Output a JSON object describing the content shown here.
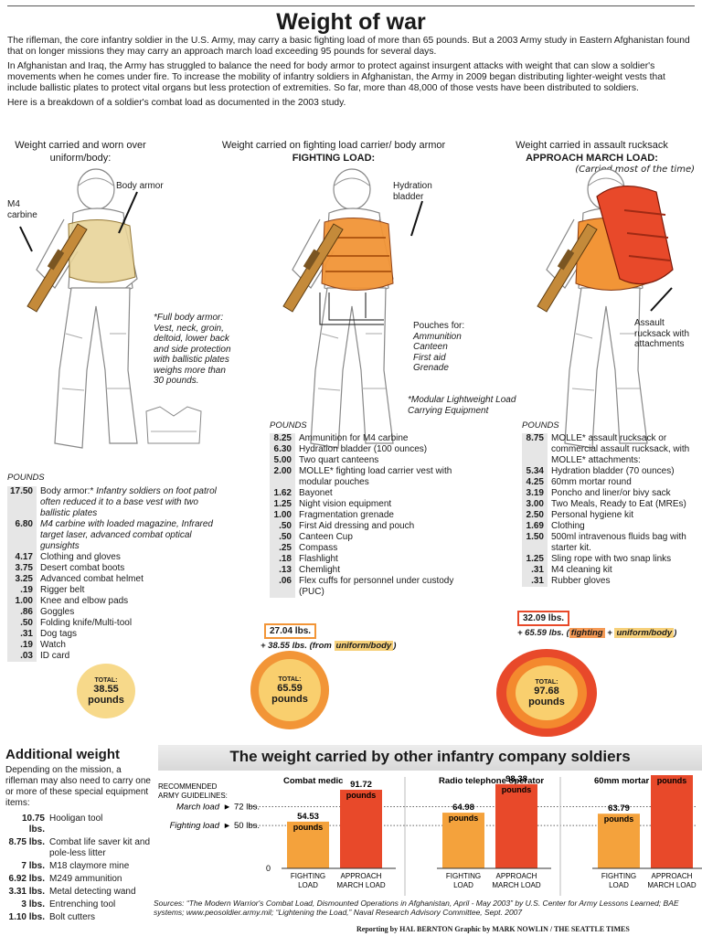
{
  "title": "Weight of war",
  "intro": {
    "p1": "The rifleman, the core infantry soldier in the U.S. Army, may carry a basic fighting load of more than 65 pounds. But a 2003 Army study in Eastern Afghanistan found that on longer missions they may carry an approach march load exceeding 95 pounds for several days.",
    "p2": "In Afghanistan and Iraq, the Army has struggled to balance the need for body armor to protect against insurgent attacks with weight that can slow a soldier's movements when he comes under fire. To increase the mobility of infantry soldiers in Afghanistan, the Army in 2009 began distributing lighter-weight vests that include ballistic plates to protect vital organs but less protection of extremities. So far, more than 48,000 of those vests have been distributed to soldiers.",
    "p3": "Here is a breakdown of a soldier's combat load as documented in the 2003 study."
  },
  "columns": {
    "col1": {
      "head": "Weight carried and worn over uniform/body:"
    },
    "col2": {
      "head": "Weight carried on fighting load carrier/ body armor",
      "head_bold": "FIGHTING LOAD:"
    },
    "col3": {
      "head": "Weight carried in assault rucksack",
      "head_bold": "APPROACH MARCH LOAD:",
      "sub": "(Carried most of the time)"
    }
  },
  "callouts": {
    "m4": "M4 carbine",
    "body_armor": "Body armor",
    "full_armor_note": "*Full body armor: Vest, neck, groin, deltoid, lower back and side protection with ballistic plates weighs more than 30 pounds.",
    "hydration": "Hydration bladder",
    "pouches_head": "Pouches for:",
    "pouches_items": "Ammunition\nCanteen\nFirst aid\nGrenade",
    "molle_note": "*Modular Lightweight Load Carrying Equipment",
    "rucksack": "Assault rucksack with attachments"
  },
  "pounds_label": "POUNDS",
  "list1": [
    {
      "v": "17.50",
      "t": "Body armor:* ",
      "ti": "Infantry soldiers on foot patrol often reduced it to a base vest with two ballistic plates"
    },
    {
      "v": "6.80",
      "t": "",
      "ti": "M4 carbine with loaded magazine, Infrared target laser, advanced combat optical gunsights"
    },
    {
      "v": "4.17",
      "t": "Clothing and gloves",
      "ti": ""
    },
    {
      "v": "3.75",
      "t": "Desert combat boots",
      "ti": ""
    },
    {
      "v": "3.25",
      "t": "Advanced combat helmet",
      "ti": ""
    },
    {
      "v": ".19",
      "t": "Rigger belt",
      "ti": ""
    },
    {
      "v": "1.00",
      "t": "Knee and elbow pads",
      "ti": ""
    },
    {
      "v": ".86",
      "t": "Goggles",
      "ti": ""
    },
    {
      "v": ".50",
      "t": "Folding knife/Multi-tool",
      "ti": ""
    },
    {
      "v": ".31",
      "t": "Dog tags",
      "ti": ""
    },
    {
      "v": ".19",
      "t": "Watch",
      "ti": ""
    },
    {
      "v": ".03",
      "t": "ID card",
      "ti": ""
    }
  ],
  "list2": [
    {
      "v": "8.25",
      "t": "Ammunition for M4 carbine"
    },
    {
      "v": "6.30",
      "t": "Hydration bladder (100 ounces)"
    },
    {
      "v": "5.00",
      "t": "Two quart canteens"
    },
    {
      "v": "2.00",
      "t": "MOLLE* fighting load carrier vest with modular pouches"
    },
    {
      "v": "1.62",
      "t": "Bayonet"
    },
    {
      "v": "1.25",
      "t": "Night vision equipment"
    },
    {
      "v": "1.00",
      "t": "Fragmentation grenade"
    },
    {
      "v": ".50",
      "t": "First Aid dressing and pouch"
    },
    {
      "v": ".50",
      "t": "Canteen Cup"
    },
    {
      "v": ".25",
      "t": "Compass"
    },
    {
      "v": ".18",
      "t": "Flashlight"
    },
    {
      "v": ".13",
      "t": "Chemlight"
    },
    {
      "v": ".06",
      "t": "Flex cuffs for personnel under custody (PUC)"
    }
  ],
  "list3": [
    {
      "v": "8.75",
      "t": "MOLLE* assault rucksack or commercial assault rucksack, with MOLLE* attachments:"
    },
    {
      "v": "5.34",
      "t": "Hydration bladder (70 ounces)"
    },
    {
      "v": "4.25",
      "t": "60mm mortar round"
    },
    {
      "v": "3.19",
      "t": "Poncho and liner/or bivy sack"
    },
    {
      "v": "3.00",
      "t": "Two Meals, Ready to Eat (MREs)"
    },
    {
      "v": "2.50",
      "t": "Personal hygiene kit"
    },
    {
      "v": "1.69",
      "t": "Clothing"
    },
    {
      "v": "1.50",
      "t": "500ml intravenous fluids bag with starter kit."
    },
    {
      "v": "1.25",
      "t": "Sling rope with two snap links"
    },
    {
      "v": ".31",
      "t": "M4 cleaning kit"
    },
    {
      "v": ".31",
      "t": "Rubber gloves"
    }
  ],
  "subtotals": {
    "col2_box": "27.04 lbs.",
    "col2_plus_prefix": "+ 38.55 lbs. (from ",
    "col2_plus_hl": "uniform/body",
    "col2_plus_suffix": ")",
    "col3_box": "32.09 lbs.",
    "col3_plus_prefix": "+ 65.59 lbs. (",
    "col3_plus_hl1": "fighting",
    "col3_plus_mid": " + ",
    "col3_plus_hl2": "uniform/body",
    "col3_plus_suffix": ")"
  },
  "totals": {
    "label": "TOTAL:",
    "t1": "38.55",
    "t2": "65.59",
    "t3": "97.68",
    "unit": "pounds"
  },
  "additional": {
    "head": "Additional weight",
    "intro": "Depending on the mission, a rifleman may also need to carry one or more of these special equipment items:",
    "items": [
      {
        "v": "10.75 lbs.",
        "t": "Hooligan tool"
      },
      {
        "v": "8.75 lbs.",
        "t": "Combat life saver kit and pole-less litter"
      },
      {
        "v": "7 lbs.",
        "t": "M18 claymore mine"
      },
      {
        "v": "6.92 lbs.",
        "t": "M249 ammunition"
      },
      {
        "v": "3.31 lbs.",
        "t": "Metal detecting wand"
      },
      {
        "v": "3 lbs.",
        "t": "Entrenching tool"
      },
      {
        "v": "1.10 lbs.",
        "t": "Bolt cutters"
      }
    ]
  },
  "colors": {
    "fighting": "#f4a23c",
    "approach": "#e8492a",
    "total1": "#f7d98a",
    "total2_outer": "#f29537",
    "total2_inner": "#f9cf6e",
    "total3_outer": "#e8492a",
    "total3_mid": "#f4892e",
    "total3_inner": "#f9cf6e"
  },
  "chart_data": {
    "type": "bar",
    "title": "The weight carried by other infantry company soldiers",
    "guidelines_label": "RECOMMENDED ARMY GUIDELINES:",
    "guidelines": [
      {
        "name": "March load",
        "value": 72,
        "label": "72 lbs."
      },
      {
        "name": "Fighting load",
        "value": 50,
        "label": "50 lbs."
      }
    ],
    "categories": [
      "FIGHTING LOAD",
      "APPROACH MARCH LOAD"
    ],
    "groups": [
      {
        "name": "Combat medic",
        "values": [
          54.53,
          91.72
        ]
      },
      {
        "name": "Radio telephone operator",
        "values": [
          64.98,
          98.38
        ]
      },
      {
        "name": "60mm mortar gunner",
        "values": [
          63.79,
          108.76
        ]
      }
    ],
    "value_suffix": "pounds",
    "zero_label": "0",
    "ylim": [
      0,
      112
    ]
  },
  "sources": "Sources: “The Modern Warrior's Combat Load, Dismounted Operations in Afghanistan, April - May 2003” by U.S. Center for Army Lessons Learned; BAE systems; www.peosoldier.army.mil; “Lightening the Load,” Naval Research Advisory Committee, Sept. 2007",
  "credit": "Reporting by HAL BERNTON   Graphic by MARK NOWLIN / THE SEATTLE TIMES"
}
